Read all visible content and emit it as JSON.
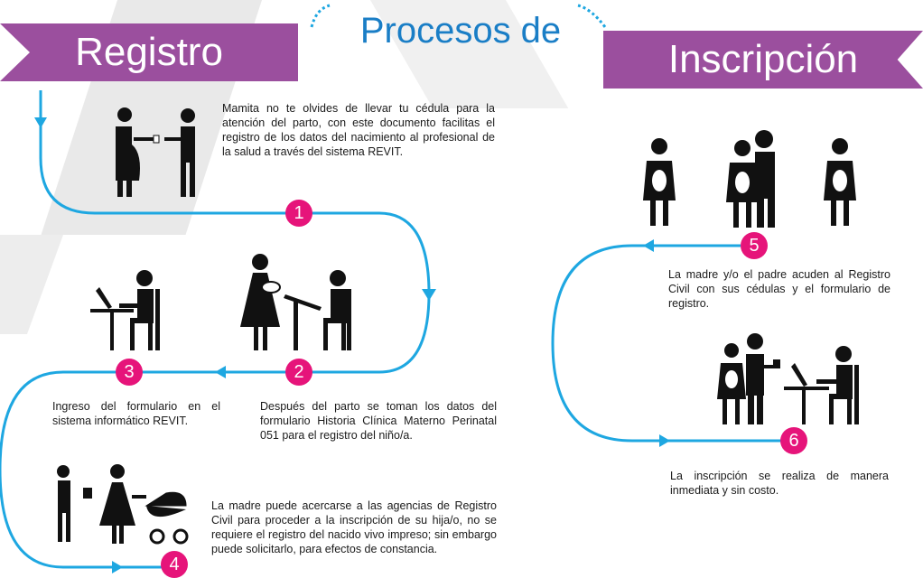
{
  "header": {
    "title": "Procesos de",
    "left_banner": "Registro",
    "right_banner": "Inscripción"
  },
  "colors": {
    "path": "#1ea7e1",
    "badge": "#e6147a",
    "banner": "#9b4f9e",
    "title": "#1a7ec6"
  },
  "steps": [
    {
      "number": "1",
      "text": "Mamita no te olvides de llevar tu cédula para la atención del parto, con este documento facilitas el registro de los datos del nacimiento al profesional de la salud a través del sistema REVIT.",
      "icon": "mother-handing-id-icon"
    },
    {
      "number": "2",
      "text": "Después del parto se toman los datos del formulario Historia Clínica Materno Perinatal 051 para el registro del niño/a.",
      "icon": "mother-with-baby-at-desk-icon"
    },
    {
      "number": "3",
      "text": "Ingreso del formulario en el sistema informático REVIT.",
      "icon": "person-at-computer-icon"
    },
    {
      "number": "4",
      "text": "La madre puede acercarse a las agencias de Registro Civil para proceder a la inscripción de su hija/o, no se requiere el registro del nacido vivo impreso; sin embargo puede solicitarlo, para efectos de constancia.",
      "icon": "mother-with-stroller-icon"
    },
    {
      "number": "5",
      "text": "La madre y/o el padre acuden al Registro Civil con sus cédulas y el formulario de registro.",
      "icon": "parents-with-baby-icon"
    },
    {
      "number": "6",
      "text": "La inscripción se realiza de manera inmediata y sin costo.",
      "icon": "family-at-registry-desk-icon"
    }
  ]
}
